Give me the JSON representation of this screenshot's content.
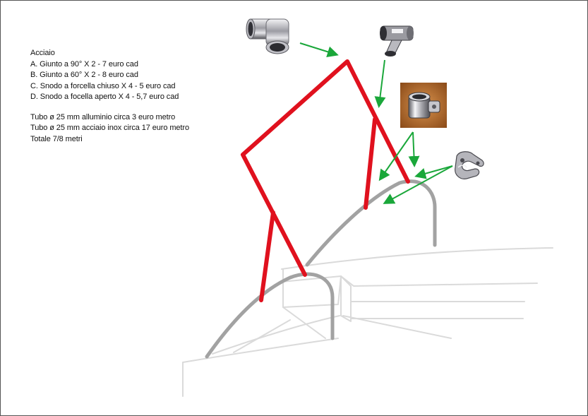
{
  "legend": {
    "title": "Acciaio",
    "items": [
      "A. Giunto a 90° X 2 - 7 euro  cad",
      "B. Giunto a 60° X 2 - 8 euro  cad",
      "C. Snodo a forcella chiuso X 4 - 5 euro  cad",
      "D. Snodo a focella aperto X 4 - 5,7 euro cad"
    ],
    "notes": [
      "Tubo ø 25 mm alluminio circa 3 euro metro",
      "Tubo ø 25 mm acciaio inox circa 17 euro metro",
      "Totale 7/8 metri"
    ]
  },
  "colors": {
    "frame": "#e0111e",
    "hull": "#a2a2a2",
    "hull_light": "#dadada",
    "arrow": "#1aa73a",
    "chrome": "#c9c9cc",
    "chrome_dark": "#4a4a4f",
    "photo_bg": "#b86b2a"
  },
  "icons": {
    "fitting_90": "elbow-fitting-90-icon",
    "fitting_60": "tee-fitting-60-icon",
    "hinge_closed": "closed-fork-hinge-photo",
    "hinge_open": "open-fork-hinge-icon"
  }
}
